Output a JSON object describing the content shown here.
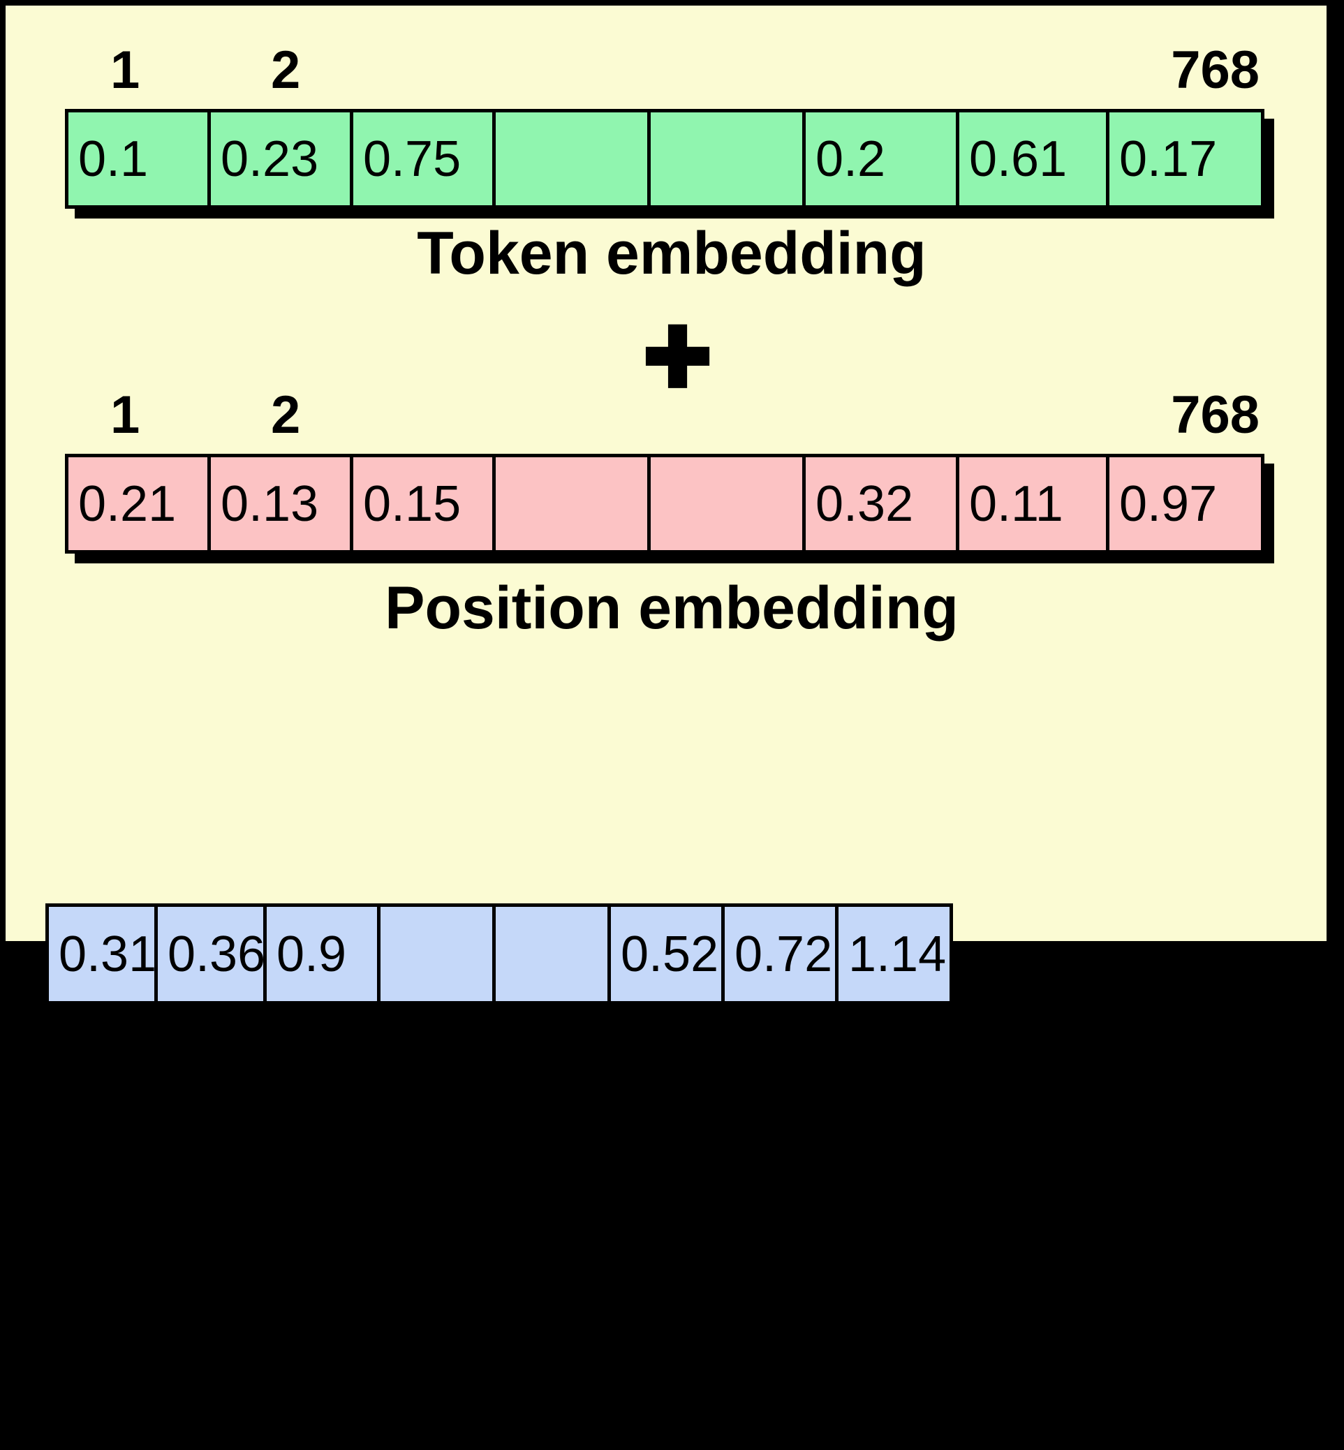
{
  "diagram": {
    "title": "Token embedding plus position embedding",
    "colors": {
      "panel_background": "#FBFBD3",
      "page_background": "#000000",
      "token_cell": "#90F5AF",
      "position_cell": "#FCC3C4",
      "sum_cell": "#C5D8F9",
      "stroke": "#000000"
    },
    "operator": {
      "symbol": "✚",
      "name": "plus-operator"
    },
    "token_embedding": {
      "caption": "Token embedding",
      "index_labels": {
        "first": "1",
        "second": "2",
        "last": "768"
      },
      "cells": [
        "0.1",
        "0.23",
        "0.75",
        "",
        "",
        "0.2",
        "0.61",
        "0.17"
      ]
    },
    "position_embedding": {
      "caption": "Position embedding",
      "index_labels": {
        "first": "1",
        "second": "2",
        "last": "768"
      },
      "cells": [
        "0.21",
        "0.13",
        "0.15",
        "",
        "",
        "0.32",
        "0.11",
        "0.97"
      ]
    },
    "sum_embedding": {
      "caption": "",
      "cells": [
        "0.31",
        "0.36",
        "0.9",
        "",
        "",
        "0.52",
        "0.72",
        "1.14"
      ]
    }
  }
}
